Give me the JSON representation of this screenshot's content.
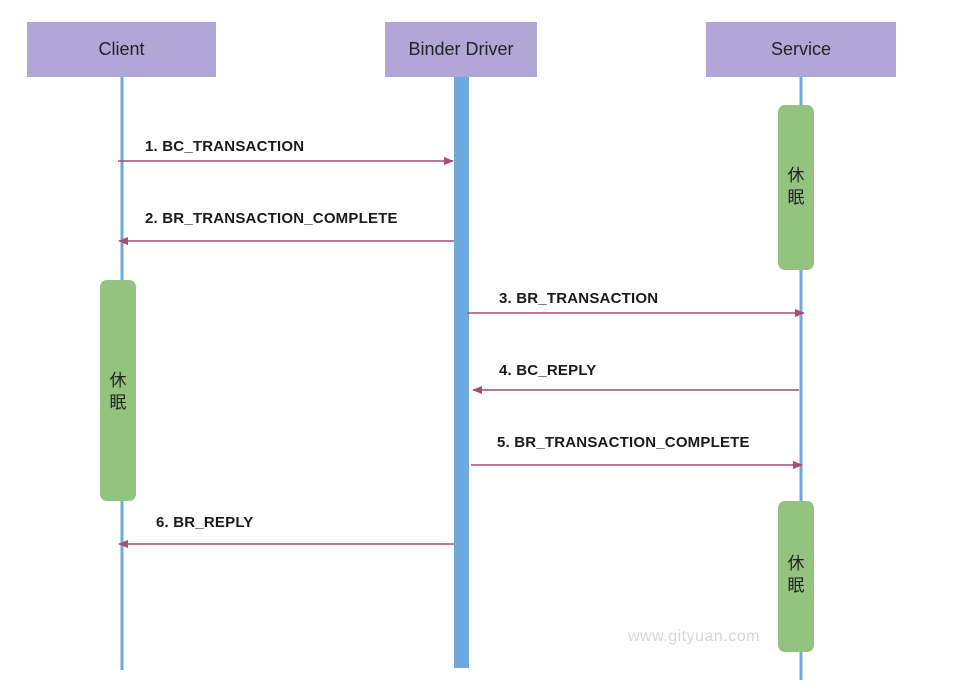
{
  "participants": {
    "client": "Client",
    "driver": "Binder Driver",
    "service": "Service"
  },
  "messages": [
    {
      "label": "1. BC_TRANSACTION",
      "from": "client",
      "to": "driver"
    },
    {
      "label": "2. BR_TRANSACTION_COMPLETE",
      "from": "driver",
      "to": "client"
    },
    {
      "label": "3. BR_TRANSACTION",
      "from": "driver",
      "to": "service"
    },
    {
      "label": "4. BC_REPLY",
      "from": "service",
      "to": "driver"
    },
    {
      "label": "5. BR_TRANSACTION_COMPLETE",
      "from": "driver",
      "to": "service"
    },
    {
      "label": "6. BR_REPLY",
      "from": "driver",
      "to": "client"
    }
  ],
  "sleep_blocks": [
    {
      "participant": "service",
      "char1": "休",
      "char2": "眠"
    },
    {
      "participant": "client",
      "char1": "休",
      "char2": "眠"
    },
    {
      "participant": "service",
      "char1": "休",
      "char2": "眠"
    }
  ],
  "watermark": "www.gityuan.com",
  "colors": {
    "header": "#b1a7d6",
    "lifeline": "#6fa8dc",
    "sleep": "#92c47f",
    "arrow": "#a64d79"
  }
}
